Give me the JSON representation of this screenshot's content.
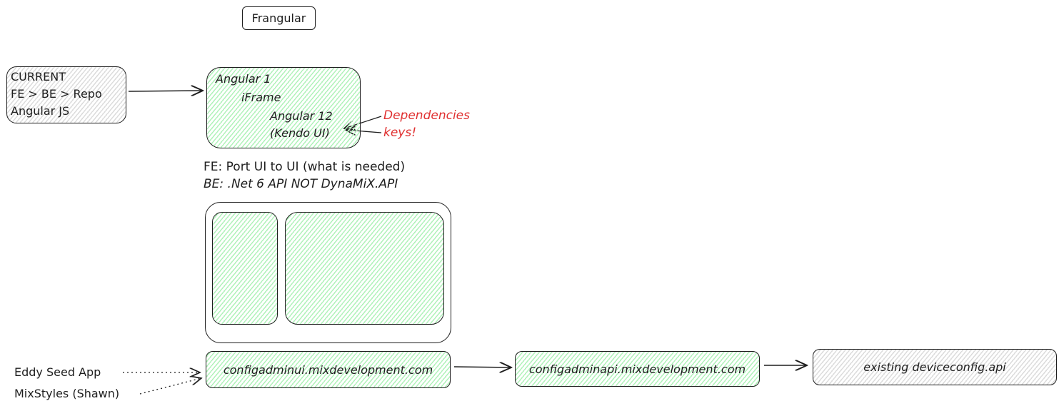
{
  "title": "Frangular",
  "current": [
    "CURRENT",
    "FE > BE > Repo",
    "Angular JS"
  ],
  "angular_box": [
    "Angular 1",
    "iFrame",
    "Angular 12",
    "(Kendo UI)"
  ],
  "annotations": [
    "Dependencies",
    "keys!"
  ],
  "notes": [
    "FE: Port UI to UI (what is needed)",
    "BE: .Net 6 API NOT DynaMiX.API"
  ],
  "sources": [
    "Eddy Seed App",
    "MixStyles (Shawn)"
  ],
  "flow": [
    "configadminui.mixdevelopment.com",
    "configadminapi.mixdevelopment.com",
    "existing deviceconfig.api"
  ]
}
